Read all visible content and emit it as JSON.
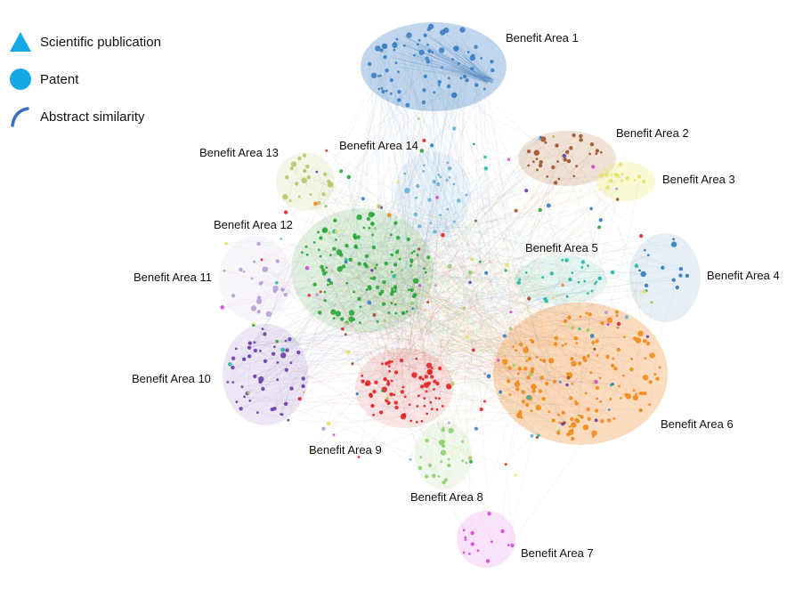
{
  "legend": [
    {
      "icon": "triangle-icon",
      "label": "Scientific publication",
      "color": "#16a8e6"
    },
    {
      "icon": "circle-icon",
      "label": "Patent",
      "color": "#16a8e6"
    },
    {
      "icon": "arc-icon",
      "label": "Abstract similarity",
      "color": "#3d6fc0"
    }
  ],
  "benefit_areas": [
    {
      "label": "Benefit Area 1",
      "color": "#3b7fc4",
      "fill": "#2f78c0"
    },
    {
      "label": "Benefit Area 2",
      "color": "#a0522d",
      "fill": "#c98a5d"
    },
    {
      "label": "Benefit Area 3",
      "color": "#e5e06a",
      "fill": "#f0ee8a"
    },
    {
      "label": "Benefit Area 4",
      "color": "#2e7bbf",
      "fill": "#8fb4d6"
    },
    {
      "label": "Benefit Area 5",
      "color": "#26b8a3",
      "fill": "#a7e0d4"
    },
    {
      "label": "Benefit Area 6",
      "color": "#f28a1a",
      "fill": "#f7a85e"
    },
    {
      "label": "Benefit Area 7",
      "color": "#d24bd2",
      "fill": "#ee9cee"
    },
    {
      "label": "Benefit Area 8",
      "color": "#8fd072",
      "fill": "#c8e8b8"
    },
    {
      "label": "Benefit Area 9",
      "color": "#e32424",
      "fill": "#f09a9a"
    },
    {
      "label": "Benefit Area 10",
      "color": "#6a3ea8",
      "fill": "#b9a6dc"
    },
    {
      "label": "Benefit Area 11",
      "color": "#b89fd0",
      "fill": "#ddd0ea"
    },
    {
      "label": "Benefit Area 12",
      "color": "#2aa63a",
      "fill": "#94cc8e"
    },
    {
      "label": "Benefit Area 13",
      "color": "#b8c46a",
      "fill": "#dbe3b0"
    },
    {
      "label": "Benefit Area 14",
      "color": "#6bb0d8",
      "fill": "#bcd9ee"
    }
  ]
}
